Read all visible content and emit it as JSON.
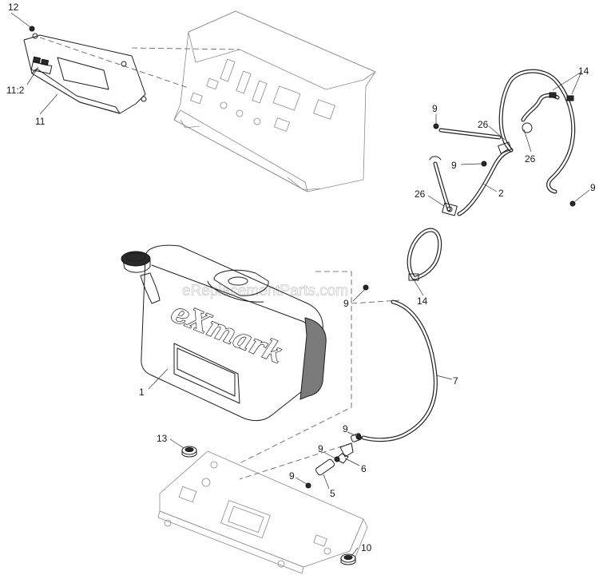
{
  "watermark": "eReplacementParts.com",
  "brand_logo": "eXmark",
  "callouts": {
    "c_12": "12",
    "c_11_2": "11:2",
    "c_11": "11",
    "c_9_a": "9",
    "c_26_a": "26",
    "c_26_b": "26",
    "c_14_a": "14",
    "c_9_b": "9",
    "c_9_c": "9",
    "c_2": "2",
    "c_26_c": "26",
    "c_9_d": "9",
    "c_14_b": "14",
    "c_7": "7",
    "c_1": "1",
    "c_13": "13",
    "c_9_e": "9",
    "c_9_f": "9",
    "c_6": "6",
    "c_9_g": "9",
    "c_5": "5",
    "c_10": "10"
  },
  "icons": {
    "fuel_tank": "fuel-tank-icon",
    "fuel_cap": "fuel-cap-icon",
    "heat_shield": "heat-shield-icon",
    "frame_plate": "frame-plate-icon",
    "mount_plate": "mount-plate-icon",
    "fuel_hose": "fuel-hose-icon",
    "fuel_filter": "fuel-filter-icon",
    "clamp": "hose-clamp-icon",
    "grommet": "grommet-icon"
  }
}
